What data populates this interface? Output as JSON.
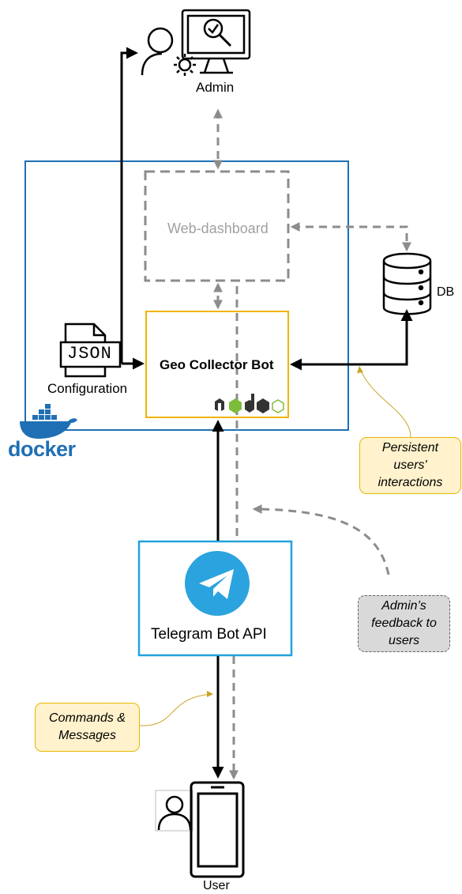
{
  "nodes": {
    "admin": "Admin",
    "dashboard": "Web-dashboard",
    "bot": "Geo Collector Bot",
    "db": "DB",
    "config": "Configuration",
    "json_file": "JSON",
    "telegram": "Telegram Bot API",
    "user": "User",
    "docker": "docker"
  },
  "notes": {
    "persistent": "Persistent users' interactions",
    "feedback": "Admin’s feedback to users",
    "commands": "Commands & Messages"
  },
  "colors": {
    "docker_blue": "#1f6fb5",
    "bot_border": "#f0b400",
    "telegram_border": "#21a3dc",
    "dashed_grey": "#8c8c8c",
    "note_yellow_bg": "#fff2cc",
    "note_grey_bg": "#d9d9d9",
    "node_green": "#7cbd3c"
  },
  "icons": [
    "admin-user-gear-icon",
    "monitor-check-icon",
    "database-icon",
    "json-file-icon",
    "docker-whale-icon",
    "nodejs-logo-icon",
    "telegram-logo-icon",
    "user-icon",
    "smartphone-icon"
  ]
}
